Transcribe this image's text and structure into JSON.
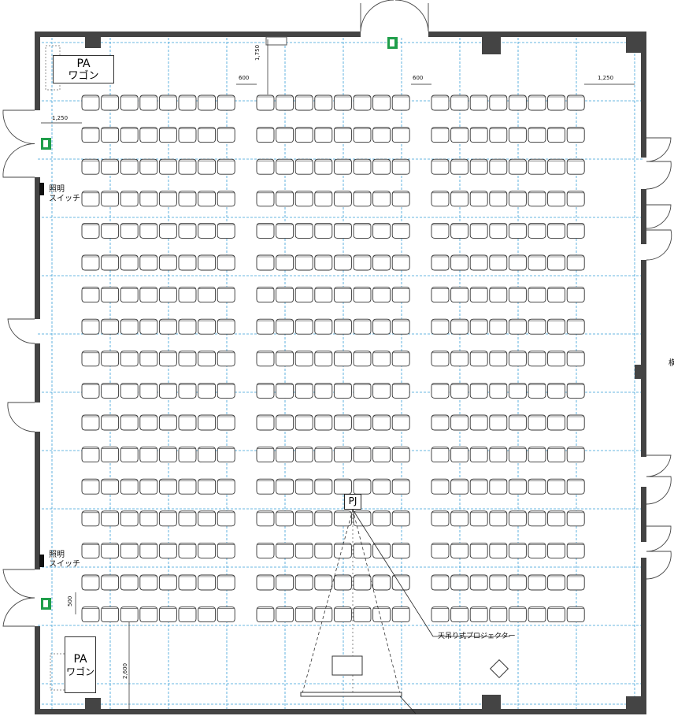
{
  "floor_plan": {
    "pa_wagon_top": {
      "line1": "PA",
      "line2": "ワゴン"
    },
    "pa_wagon_bottom": {
      "line1": "PA",
      "line2": "ワゴン"
    },
    "light_switch_top": {
      "line1": "照明",
      "line2": "スイッチ"
    },
    "light_switch_bottom": {
      "line1": "照明",
      "line2": "スイッチ"
    },
    "projector_label": "PJ",
    "projector_caption": "天吊り式プロジェクター",
    "dimensions": {
      "top_1750": "1,750",
      "aisle_600_left": "600",
      "aisle_600_right": "600",
      "margin_1250_top_right": "1,250",
      "margin_1250_left": "1,250",
      "row_pitch_500": "500",
      "front_2600": "2,600"
    },
    "edge_fragment": "横"
  },
  "colors": {
    "wall": "#444444",
    "grid": "#3aa0d8",
    "exit_sign": "#1f9e4a",
    "chair_stroke": "#333333"
  },
  "seating": {
    "rows": 17,
    "blocks": 3,
    "seats_per_block_row": 8
  }
}
